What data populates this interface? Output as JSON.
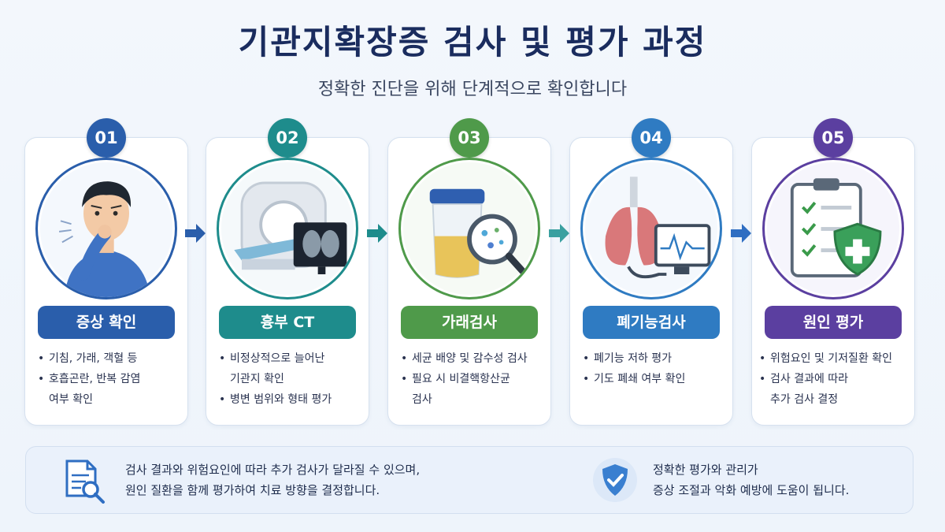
{
  "title": "기관지확장증 검사 및 평가 과정",
  "subtitle": "정확한 진단을 위해 단계적으로 확인합니다",
  "colors": {
    "step1": "#2a5eab",
    "step2": "#1e8c8c",
    "step3": "#4f9a4a",
    "step4": "#2f7bc2",
    "step5": "#5b3fa0"
  },
  "steps": [
    {
      "number": "01",
      "label": "증상 확인",
      "icon": "coughing-person-icon",
      "bullets": [
        [
          "기침, 가래, 객혈 등"
        ],
        [
          "호흡곤란, 반복 감염",
          "여부 확인"
        ]
      ]
    },
    {
      "number": "02",
      "label": "흉부 CT",
      "icon": "ct-scanner-icon",
      "bullets": [
        [
          "비정상적으로 늘어난",
          "기관지 확인"
        ],
        [
          "병변 범위와 형태 평가"
        ]
      ]
    },
    {
      "number": "03",
      "label": "가래검사",
      "icon": "sputum-cup-magnifier-icon",
      "bullets": [
        [
          "세균 배양 및 감수성 검사"
        ],
        [
          "필요 시 비결핵항산균",
          "검사"
        ]
      ]
    },
    {
      "number": "04",
      "label": "폐기능검사",
      "icon": "lungs-spirometer-icon",
      "bullets": [
        [
          "폐기능 저하 평가"
        ],
        [
          "기도 폐쇄 여부 확인"
        ]
      ]
    },
    {
      "number": "05",
      "label": "원인 평가",
      "icon": "clipboard-shield-icon",
      "bullets": [
        [
          "위험요인 및 기저질환 확인"
        ],
        [
          "검사 결과에 따라",
          "추가 검사 결정"
        ]
      ]
    }
  ],
  "bottom": {
    "left_lines": [
      "검사 결과와 위험요인에 따라 추가 검사가 달라질 수 있으며,",
      "원인 질환을 함께 평가하여 치료 방향을 결정합니다."
    ],
    "right_lines": [
      "정확한 평가와 관리가",
      "증상 조절과 악화 예방에 도움이 됩니다."
    ]
  }
}
